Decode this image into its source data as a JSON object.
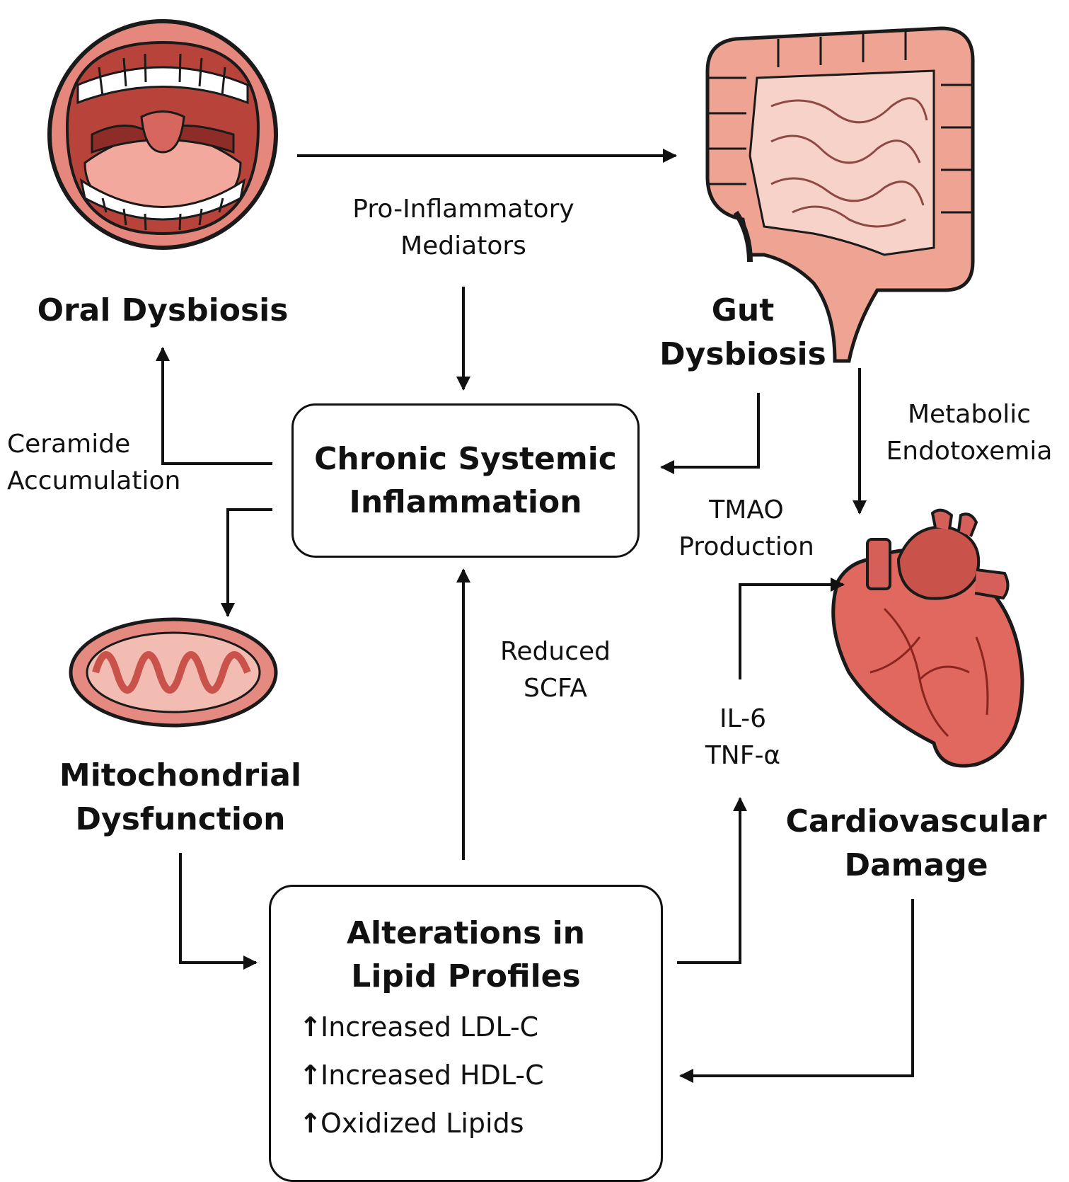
{
  "nodes": {
    "oral": {
      "line1": "Oral Dysbiosis"
    },
    "gut": {
      "line1": "Gut",
      "line2": "Dysbiosis"
    },
    "inflammation": {
      "line1": "Chronic Systemic",
      "line2": "Inflammation"
    },
    "mito": {
      "line1": "Mitochondrial",
      "line2": "Dysfunction"
    },
    "cardio": {
      "line1": "Cardiovascular",
      "line2": "Damage"
    },
    "lipid": {
      "line1": "Alterations in",
      "line2": "Lipid Profiles",
      "items": [
        "Increased LDL-C",
        "Increased HDL-C",
        "Oxidized Lipids"
      ],
      "item_icon": "up-arrow-icon",
      "item_symbol": "↑"
    }
  },
  "edges": {
    "mediators": {
      "line1": "Pro-Inflammatory",
      "line2": "Mediators"
    },
    "ceramide": {
      "line1": "Ceramide",
      "line2": "Accumulation"
    },
    "endotoxemia": {
      "line1": "Metabolic",
      "line2": "Endotoxemia"
    },
    "tmao": {
      "line1": "TMAO",
      "line2": "Production"
    },
    "scfa": {
      "line1": "Reduced",
      "line2": "SCFA"
    },
    "cytokines": {
      "line1": "IL-6",
      "line2": "TNF-α"
    }
  },
  "colors": {
    "tissue_fill": "#e58a80",
    "tissue_dark": "#c9524a",
    "tissue_light": "#f6c6bb",
    "outline": "#1a1a1a",
    "arrow": "#111111"
  }
}
